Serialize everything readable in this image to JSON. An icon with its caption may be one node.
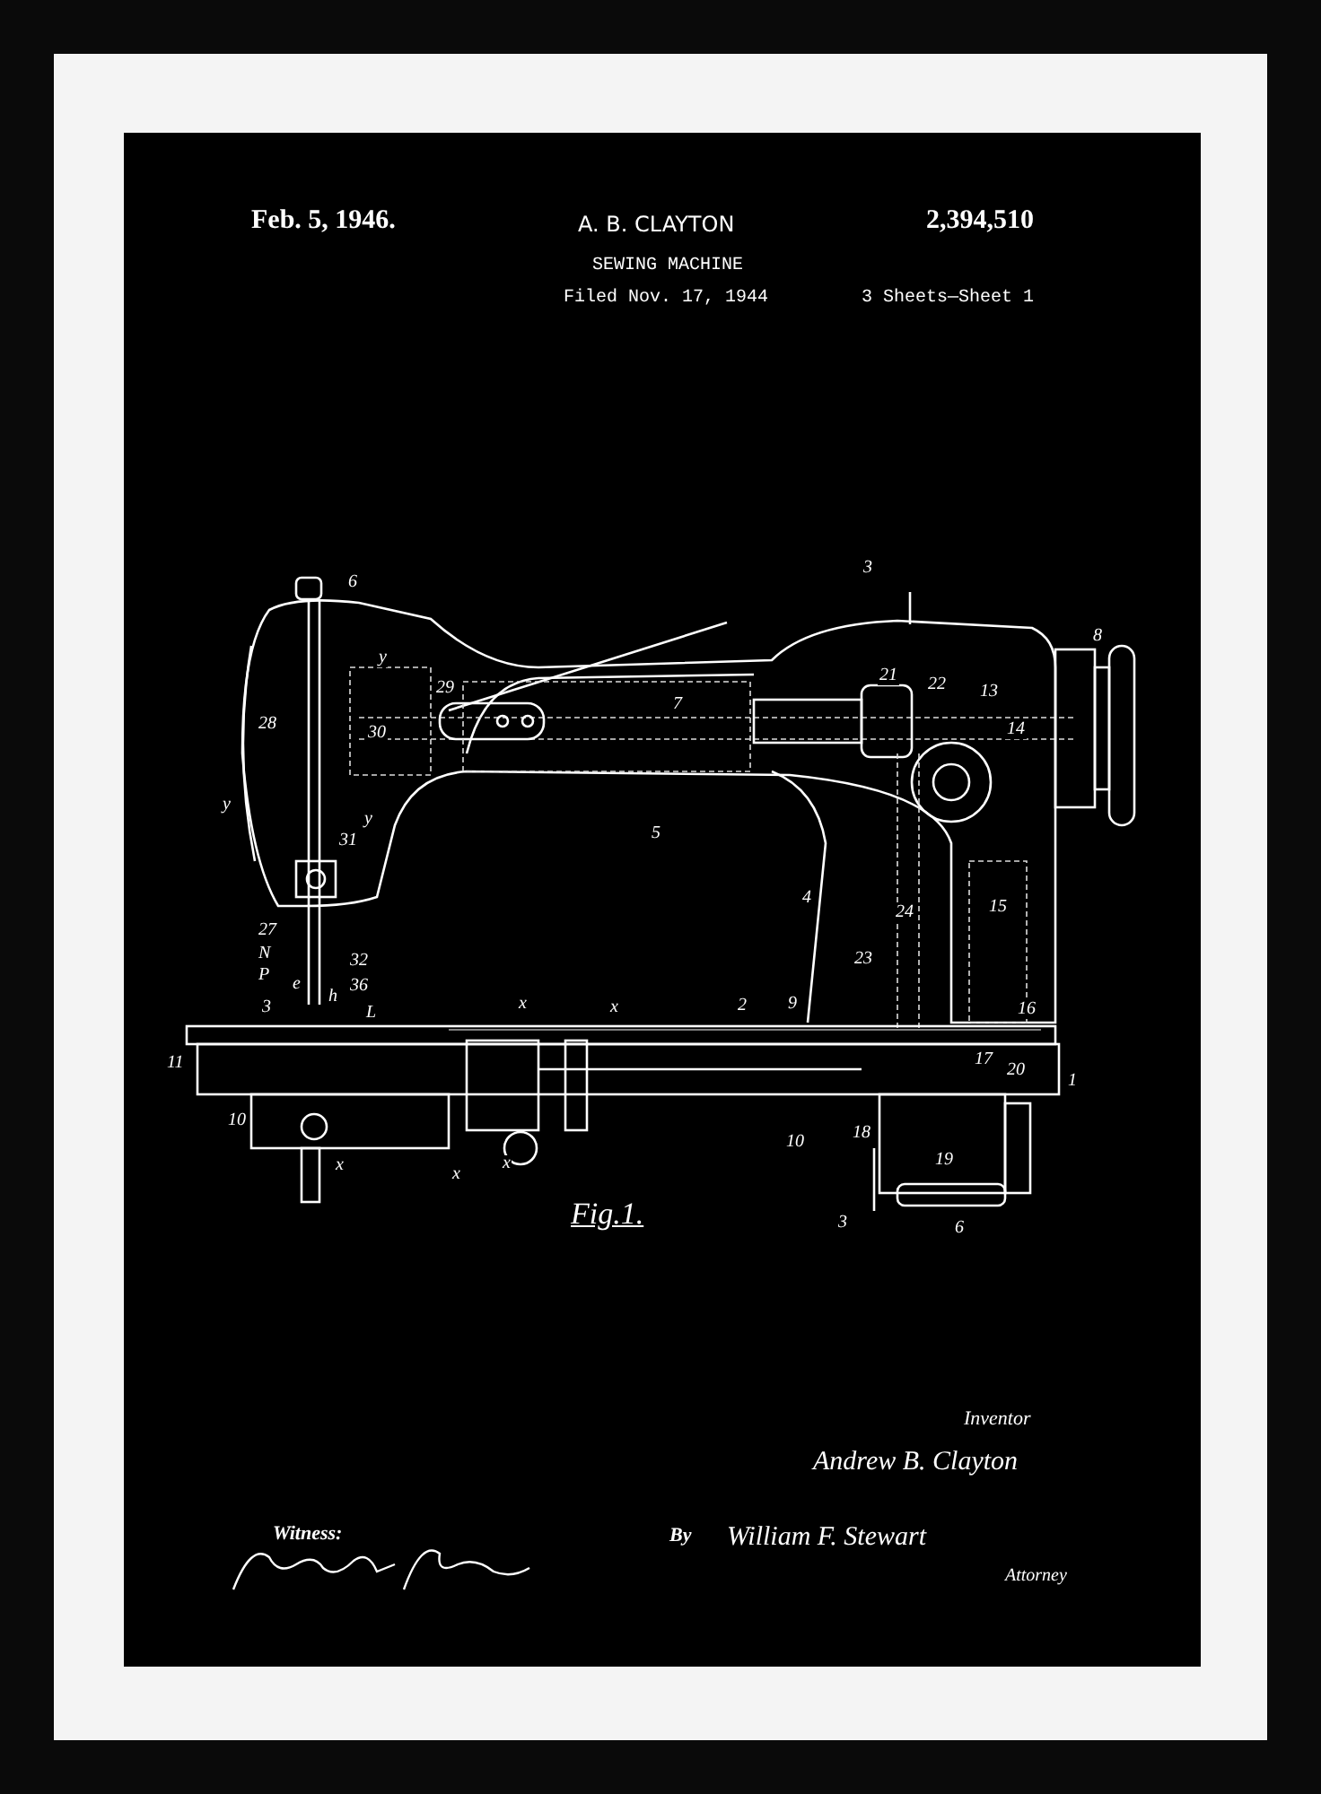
{
  "diagram": {
    "title": "SEWING MACHINE",
    "labels": [
      "Feb. 5, 1946.",
      "A. B. CLAYTON",
      "2,394,510",
      "Filed Nov. 17, 1944",
      "3 Sheets—Sheet 1",
      "3",
      "6",
      "8",
      "29",
      "7",
      "21",
      "22",
      "13",
      "14",
      "y",
      "28",
      "30",
      "y",
      "5",
      "31",
      "y",
      "4",
      "24",
      "15",
      "23",
      "27",
      "N",
      "32",
      "P",
      "e",
      "36",
      "3",
      "h",
      "x",
      "x",
      "2",
      "9",
      "L",
      "11",
      "16",
      "17",
      "20",
      "1",
      "10",
      "18",
      "10",
      "x",
      "x",
      "x",
      "19",
      "3",
      "6",
      "Fig.1.",
      "Inventor",
      "Andrew B. Clayton",
      "Witness:",
      "By",
      "William F. Stewart",
      "Attorney"
    ]
  }
}
